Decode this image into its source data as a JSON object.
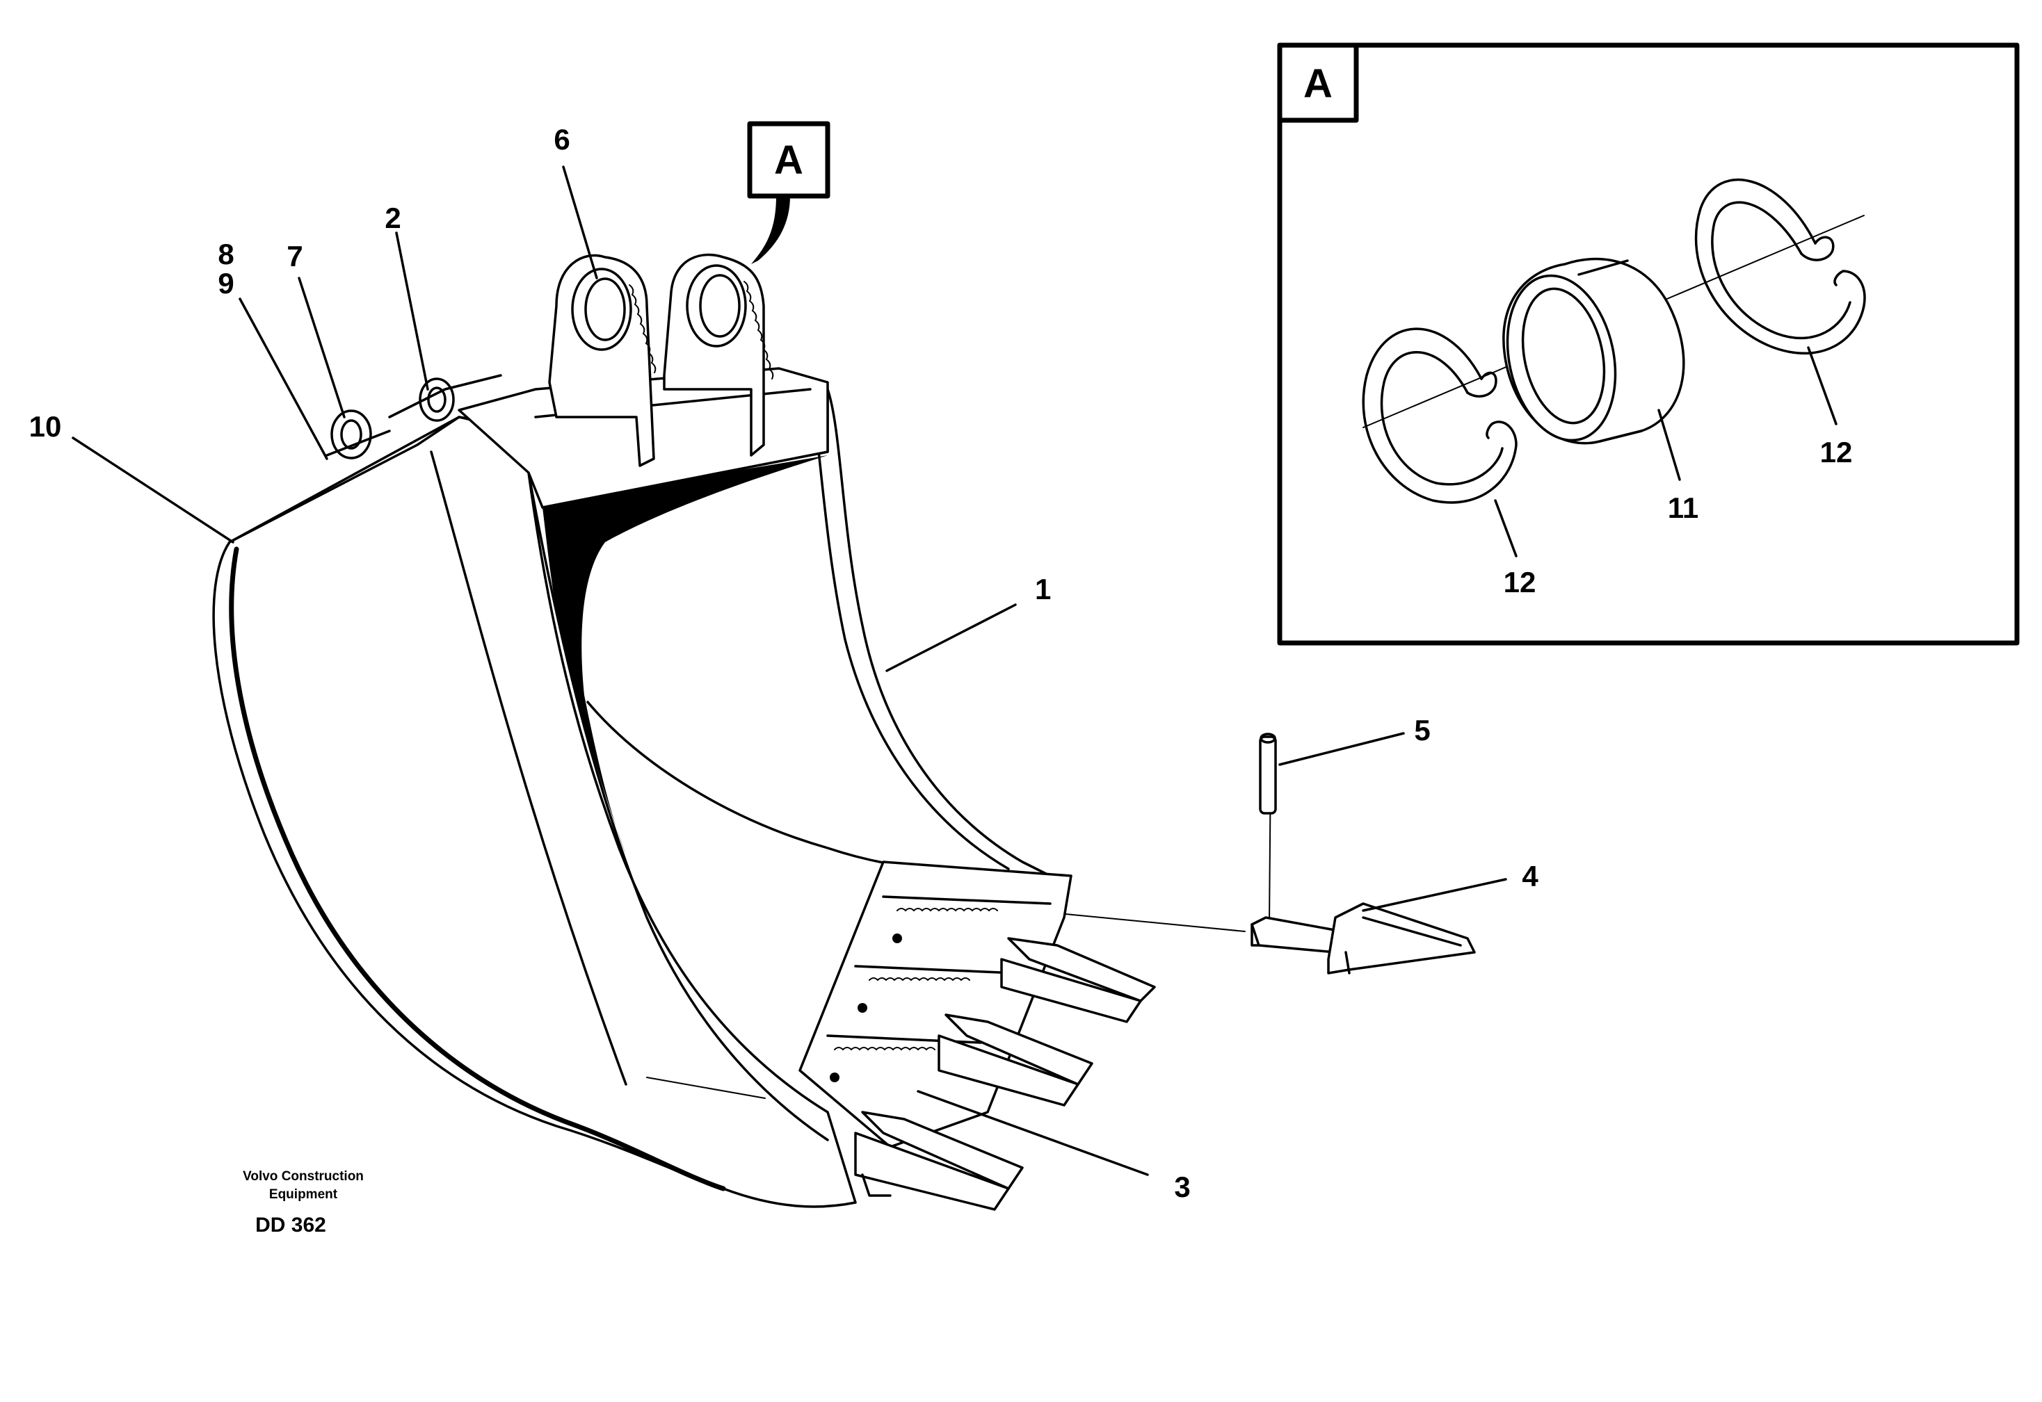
{
  "diagram": {
    "callouts": {
      "c1": "1",
      "c2": "2",
      "c3": "3",
      "c4": "4",
      "c5": "5",
      "c6": "6",
      "c7": "7",
      "c8": "8",
      "c9": "9",
      "c10": "10",
      "c11": "11",
      "c12_left": "12",
      "c12_right": "12"
    },
    "detail_marker_label": "A",
    "detail_box_label": "A",
    "credit": {
      "line1": "Volvo Construction",
      "line2": "Equipment",
      "code": "DD 362"
    }
  }
}
